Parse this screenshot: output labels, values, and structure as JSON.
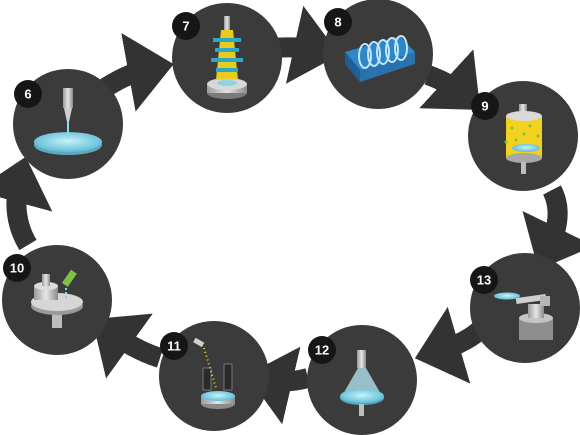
{
  "colors": {
    "ring": "#333333",
    "circle": "#3b3b3b",
    "badge": "#161616",
    "metal_light": "#cfcfcf",
    "metal_dark": "#8a8a8a",
    "wafer": "#8fd3e3",
    "accent_yellow": "#f2d21e",
    "accent_blue": "#2aa7c9",
    "accent_green": "#7ec243"
  },
  "steps": [
    {
      "number": "6",
      "icon": "wafer-pipette-icon"
    },
    {
      "number": "7",
      "icon": "lithography-stack-icon"
    },
    {
      "number": "8",
      "icon": "wafer-bath-icon"
    },
    {
      "number": "9",
      "icon": "wafer-chamber-icon"
    },
    {
      "number": "10",
      "icon": "spin-coater-icon"
    },
    {
      "number": "11",
      "icon": "sputter-icon"
    },
    {
      "number": "12",
      "icon": "exposure-lamp-icon"
    },
    {
      "number": "13",
      "icon": "probe-arm-icon"
    }
  ]
}
